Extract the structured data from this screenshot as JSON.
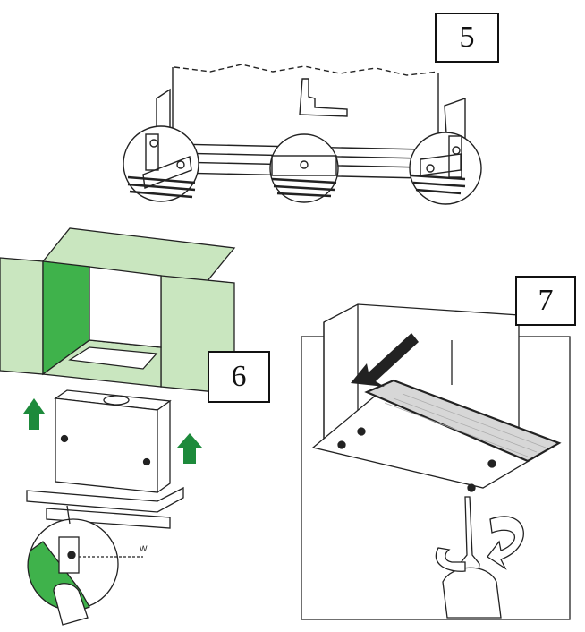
{
  "steps": [
    {
      "number": "5"
    },
    {
      "number": "6"
    },
    {
      "number": "7"
    }
  ],
  "marker_label": "W",
  "colors": {
    "wall_green": "#c9e6bf",
    "wall_green_dark": "#3fb24b",
    "arrow_green": "#1d8a3b",
    "line": "#222222",
    "filter_grey": "#d7d7d7"
  },
  "icons": [
    "screw-icon",
    "push-arrow-icon",
    "rotate-arrow-icon",
    "screwdriver-icon",
    "hand-icon"
  ]
}
